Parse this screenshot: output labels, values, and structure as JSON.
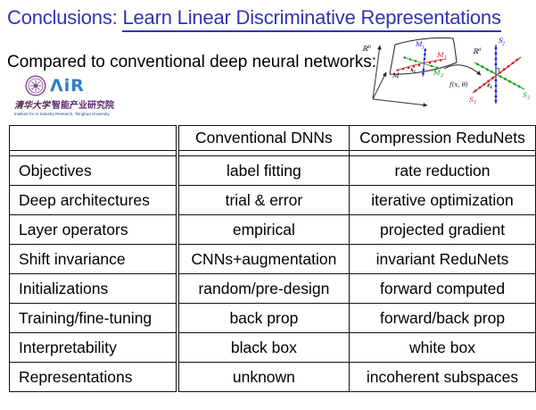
{
  "title": {
    "label": "Conclusions:",
    "emphasis": "Learn Linear Discriminative Representations"
  },
  "subtitle": "Compared to conventional deep neural networks:",
  "logo": {
    "seal_icon": "tsinghua-seal",
    "air_wordmark": "ΛiR",
    "cn_university": "清华大学",
    "cn_institute": "智能产业研究院",
    "en_name": "Institute for AI Industry Research, Tsinghua University"
  },
  "diagram": {
    "rD": {
      "base": "ℝ",
      "sup": "D"
    },
    "rd": {
      "base": "ℝ",
      "sup": "d"
    },
    "M": {
      "base": "M"
    },
    "Mj": {
      "base": "M",
      "sub": "j"
    },
    "M1": {
      "base": "M",
      "sub": "1"
    },
    "M2": {
      "base": "M",
      "sub": "2"
    },
    "xi": {
      "base": "x",
      "sub": "i"
    },
    "zi": {
      "base": "z",
      "sub": "i"
    },
    "fmap": "f(x, θ)",
    "Sj": {
      "base": "S",
      "sub": "j"
    },
    "S1": {
      "base": "S",
      "sub": "1"
    },
    "S2": {
      "base": "S",
      "sub": "2"
    }
  },
  "table": {
    "headers": [
      "",
      "Conventional DNNs",
      "Compression ReduNets"
    ],
    "rows": [
      {
        "label": "Objectives",
        "dnn": "label fitting",
        "redunet": "rate reduction"
      },
      {
        "label": "Deep architectures",
        "dnn": "trial & error",
        "redunet": "iterative optimization"
      },
      {
        "label": "Layer operators",
        "dnn": "empirical",
        "redunet": "projected gradient"
      },
      {
        "label": "Shift invariance",
        "dnn": "CNNs+augmentation",
        "redunet": "invariant ReduNets"
      },
      {
        "label": "Initializations",
        "dnn": "random/pre-design",
        "redunet": "forward computed"
      },
      {
        "label": "Training/fine-tuning",
        "dnn": "back prop",
        "redunet": "forward/back prop"
      },
      {
        "label": "Interpretability",
        "dnn": "black box",
        "redunet": "white box"
      },
      {
        "label": "Representations",
        "dnn": "unknown",
        "redunet": "incoherent subspaces"
      }
    ]
  },
  "colors": {
    "accent_blue": "#3333b3",
    "diagram_red": "#d42222",
    "diagram_green": "#18a018",
    "diagram_blue": "#1515e0",
    "seal_purple": "#8a4b9c",
    "air_blue": "#2b7fc1"
  }
}
